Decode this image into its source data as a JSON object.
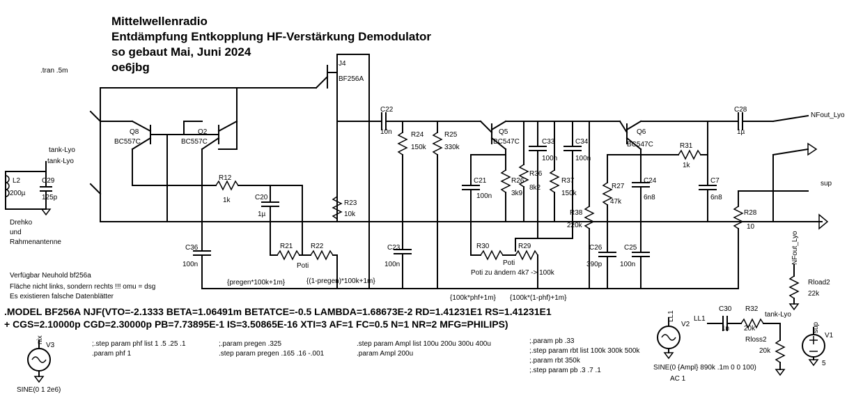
{
  "title": {
    "line1": "Mittelwellenradio",
    "line2": "Entdämpfung Entkopplung HF-Verstärkung Demodulator",
    "line3": "so gebaut Mai, Juni 2024",
    "line4": "oe6jbg"
  },
  "directive_tran": ".tran .5m",
  "components": {
    "J4": {
      "name": "J4",
      "value": "BF256A"
    },
    "Q8": {
      "name": "Q8",
      "value": "BC557C"
    },
    "Q2": {
      "name": "Q2",
      "value": "BC557C"
    },
    "Q5": {
      "name": "Q5",
      "value": "BC547C"
    },
    "Q6": {
      "name": "Q6",
      "value": "BC547C"
    },
    "C22": {
      "name": "C22",
      "value": "10n"
    },
    "C28": {
      "name": "C28",
      "value": "1µ"
    },
    "R24": {
      "name": "R24",
      "value": "150k"
    },
    "R25": {
      "name": "R25",
      "value": "330k"
    },
    "C33": {
      "name": "C33",
      "value": "100n"
    },
    "C34": {
      "name": "C34",
      "value": "100n"
    },
    "R31": {
      "name": "R31",
      "value": "1k"
    },
    "L2": {
      "name": "L2",
      "value": "200µ"
    },
    "C29": {
      "name": "C29",
      "value": "125p"
    },
    "R12": {
      "name": "R12",
      "value": "1k"
    },
    "C20": {
      "name": "C20",
      "value": "1µ"
    },
    "R23": {
      "name": "R23",
      "value": "10k"
    },
    "C21": {
      "name": "C21",
      "value": "100n"
    },
    "R26": {
      "name": "R26",
      "value": "3k9"
    },
    "R36": {
      "name": "R36",
      "value": "8k2"
    },
    "R37": {
      "name": "R37",
      "value": "150k"
    },
    "R38": {
      "name": "R38",
      "value": "220k"
    },
    "R27": {
      "name": "R27",
      "value": "47k"
    },
    "C24": {
      "name": "C24",
      "value": "6n8"
    },
    "C7": {
      "name": "C7",
      "value": "6n8"
    },
    "R28": {
      "name": "R28",
      "value": "10"
    },
    "C36": {
      "name": "C36",
      "value": "100n"
    },
    "R21": {
      "name": "R21",
      "value": "Poti"
    },
    "R22": {
      "name": "R22",
      "value": ""
    },
    "C23": {
      "name": "C23",
      "value": "100n"
    },
    "R30": {
      "name": "R30",
      "value": "Poti"
    },
    "R29": {
      "name": "R29",
      "value": ""
    },
    "C26": {
      "name": "C26",
      "value": "390p"
    },
    "C25": {
      "name": "C25",
      "value": "100n"
    },
    "C30": {
      "name": "C30",
      "value": "1n"
    },
    "R32": {
      "name": "R32",
      "value": "20k"
    },
    "Rload2": {
      "name": "Rload2",
      "value": "22k"
    },
    "Rloss2": {
      "name": "Rloss2",
      "value": "20k"
    },
    "V1": {
      "name": "V1",
      "value": "5"
    },
    "V2": {
      "name": "V2",
      "value": "SINE(0 {Ampl} 890k .1m 0 0 100)",
      "ac": "AC 1"
    },
    "V3": {
      "name": "V3",
      "value": "SINE(0 1 2e6)"
    }
  },
  "nets": {
    "tank_lyo_1": "tank-Lyo",
    "tank_lyo_2": "tank-Lyo",
    "tank_lyo_3": "tank-Lyo",
    "nfout_lyo_1": "NFout_Lyo",
    "nfout_lyo_2": "NFout_Lyo",
    "sup_1": "sup",
    "sup_2": "sup",
    "ll1_1": "LL1",
    "ll1_2": "LL1",
    "nix": "nix"
  },
  "notes": {
    "drehko1": "Drehko",
    "drehko2": "und",
    "drehko3": "Rahmenantenne",
    "pregen1": "{pregen*100k+1m}",
    "pregen2": "{(1-pregen)*100k+1m}",
    "phf1": "{100k*phf+1m}",
    "phf2": "{100k*(1-phf)+1m}",
    "poti_change": "Poti zu ändern 4k7 -> 100k",
    "avail1": "Verfügbar Neuhold bf256a",
    "avail2": "Fläche nicht links, sondern rechts !!! omu = dsg",
    "avail3": "Es existieren falsche Datenblätter"
  },
  "model": {
    "line1": ".MODEL BF256A NJF(VTO=-2.1333 BETA=1.06491m BETATCE=-0.5 LAMBDA=1.68673E-2 RD=1.41231E1 RS=1.41231E1",
    "line2": "+ CGS=2.10000p CGD=2.30000p PB=7.73895E-1 IS=3.50865E-16 XTI=3 AF=1 FC=0.5 N=1 NR=2 MFG=PHILIPS)"
  },
  "directives": {
    "d1a": ";.step param phf list 1 .5 .25 .1",
    "d1b": ".param phf 1",
    "d2a": ";.param pregen .325",
    "d2b": ".step param pregen .165 .16 -.001",
    "d3a": ".step param Ampl list 100u 200u 300u 400u",
    "d3b": ".param Ampl 200u",
    "d4a": ";.param pb .33",
    "d4b": ";.step param rbt list 100k 300k 500k",
    "d4c": ";.param rbt 350k",
    "d4d": ";.step param pb .3 .7 .1"
  }
}
